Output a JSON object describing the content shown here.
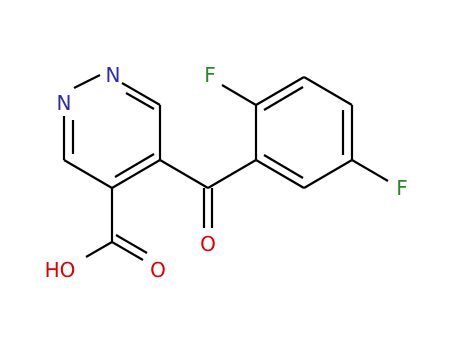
{
  "molecule": {
    "atoms": {
      "n1": {
        "text": "N",
        "color": "#2b2bb3"
      },
      "n2": {
        "text": "N",
        "color": "#2b2bb3"
      },
      "o_carbonyl": {
        "text": "O",
        "color": "#e00000"
      },
      "o_acid": {
        "text": "O",
        "color": "#e00000"
      },
      "oh": {
        "text": "HO",
        "color": "#e00000"
      },
      "f1": {
        "text": "F",
        "color": "#2a8a2a"
      },
      "f2": {
        "text": "F",
        "color": "#2a8a2a"
      }
    },
    "bond_color": "#000000"
  }
}
